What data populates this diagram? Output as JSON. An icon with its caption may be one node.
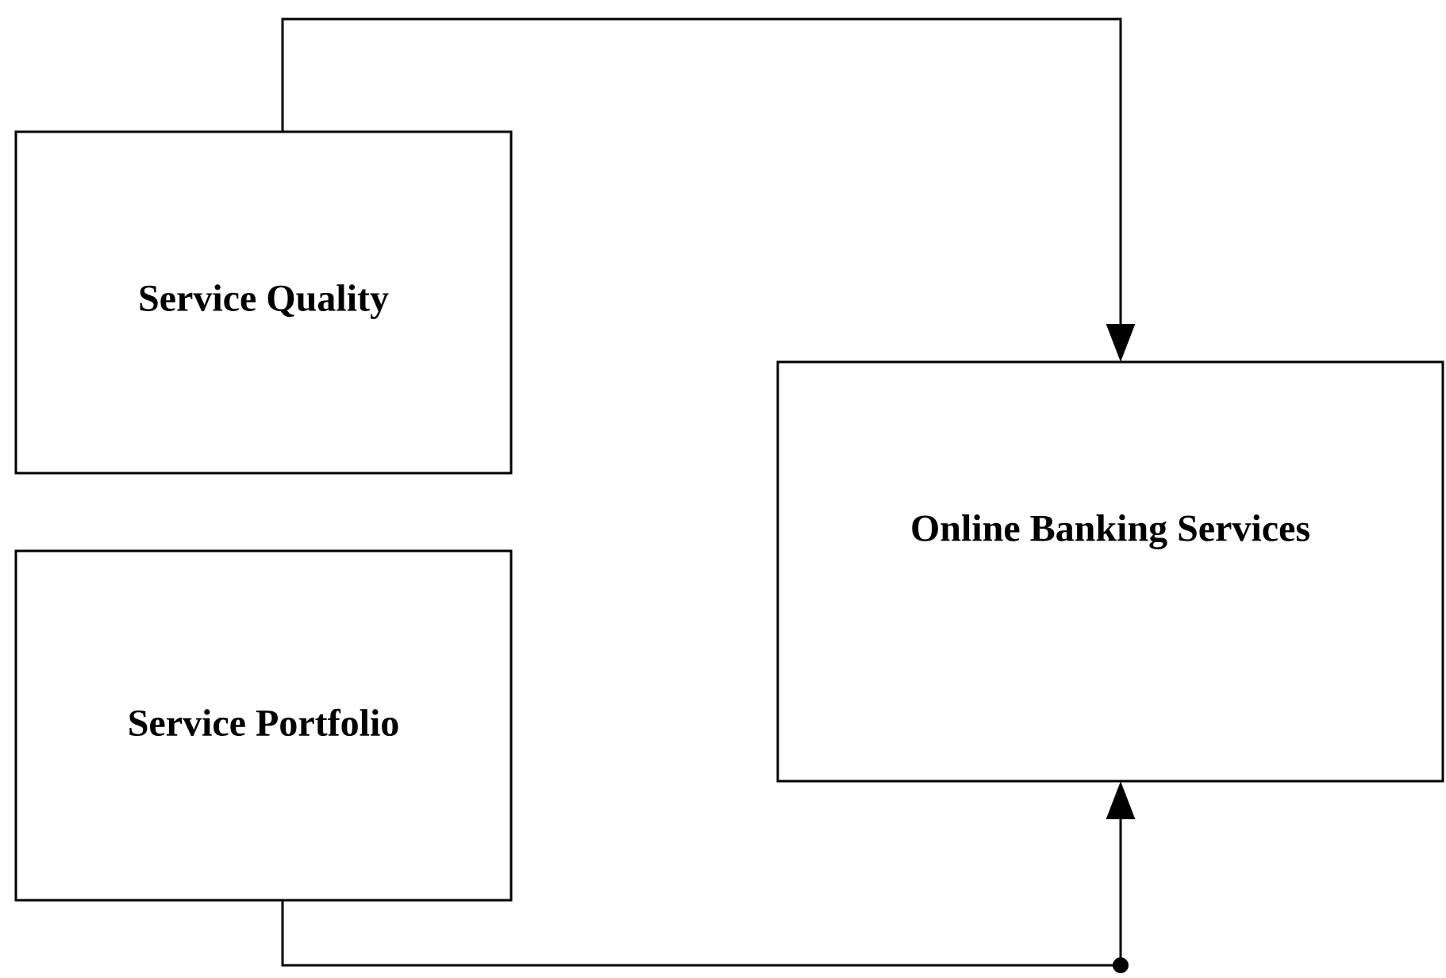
{
  "diagram": {
    "nodes": [
      {
        "text": [
          "Service Quality"
        ]
      },
      {
        "text": [
          "Service Portfolio"
        ]
      },
      {
        "text": [
          "Online Banking Services"
        ]
      }
    ],
    "edges": [
      {
        "from": 0,
        "to": 2,
        "arrow": "to"
      },
      {
        "from": 1,
        "to": 2,
        "arrow": "to"
      }
    ]
  }
}
